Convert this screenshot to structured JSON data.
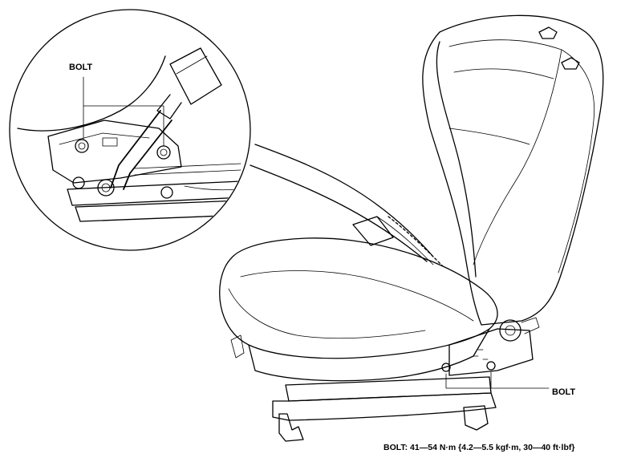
{
  "labels": {
    "bolt_detail": "BOLT",
    "bolt_seat": "BOLT"
  },
  "spec": {
    "text": "BOLT: 41—54 N·m {4.2—5.5 kgf·m, 30—40 ft·lbf}"
  },
  "colors": {
    "line": "#000000",
    "background": "#ffffff"
  }
}
